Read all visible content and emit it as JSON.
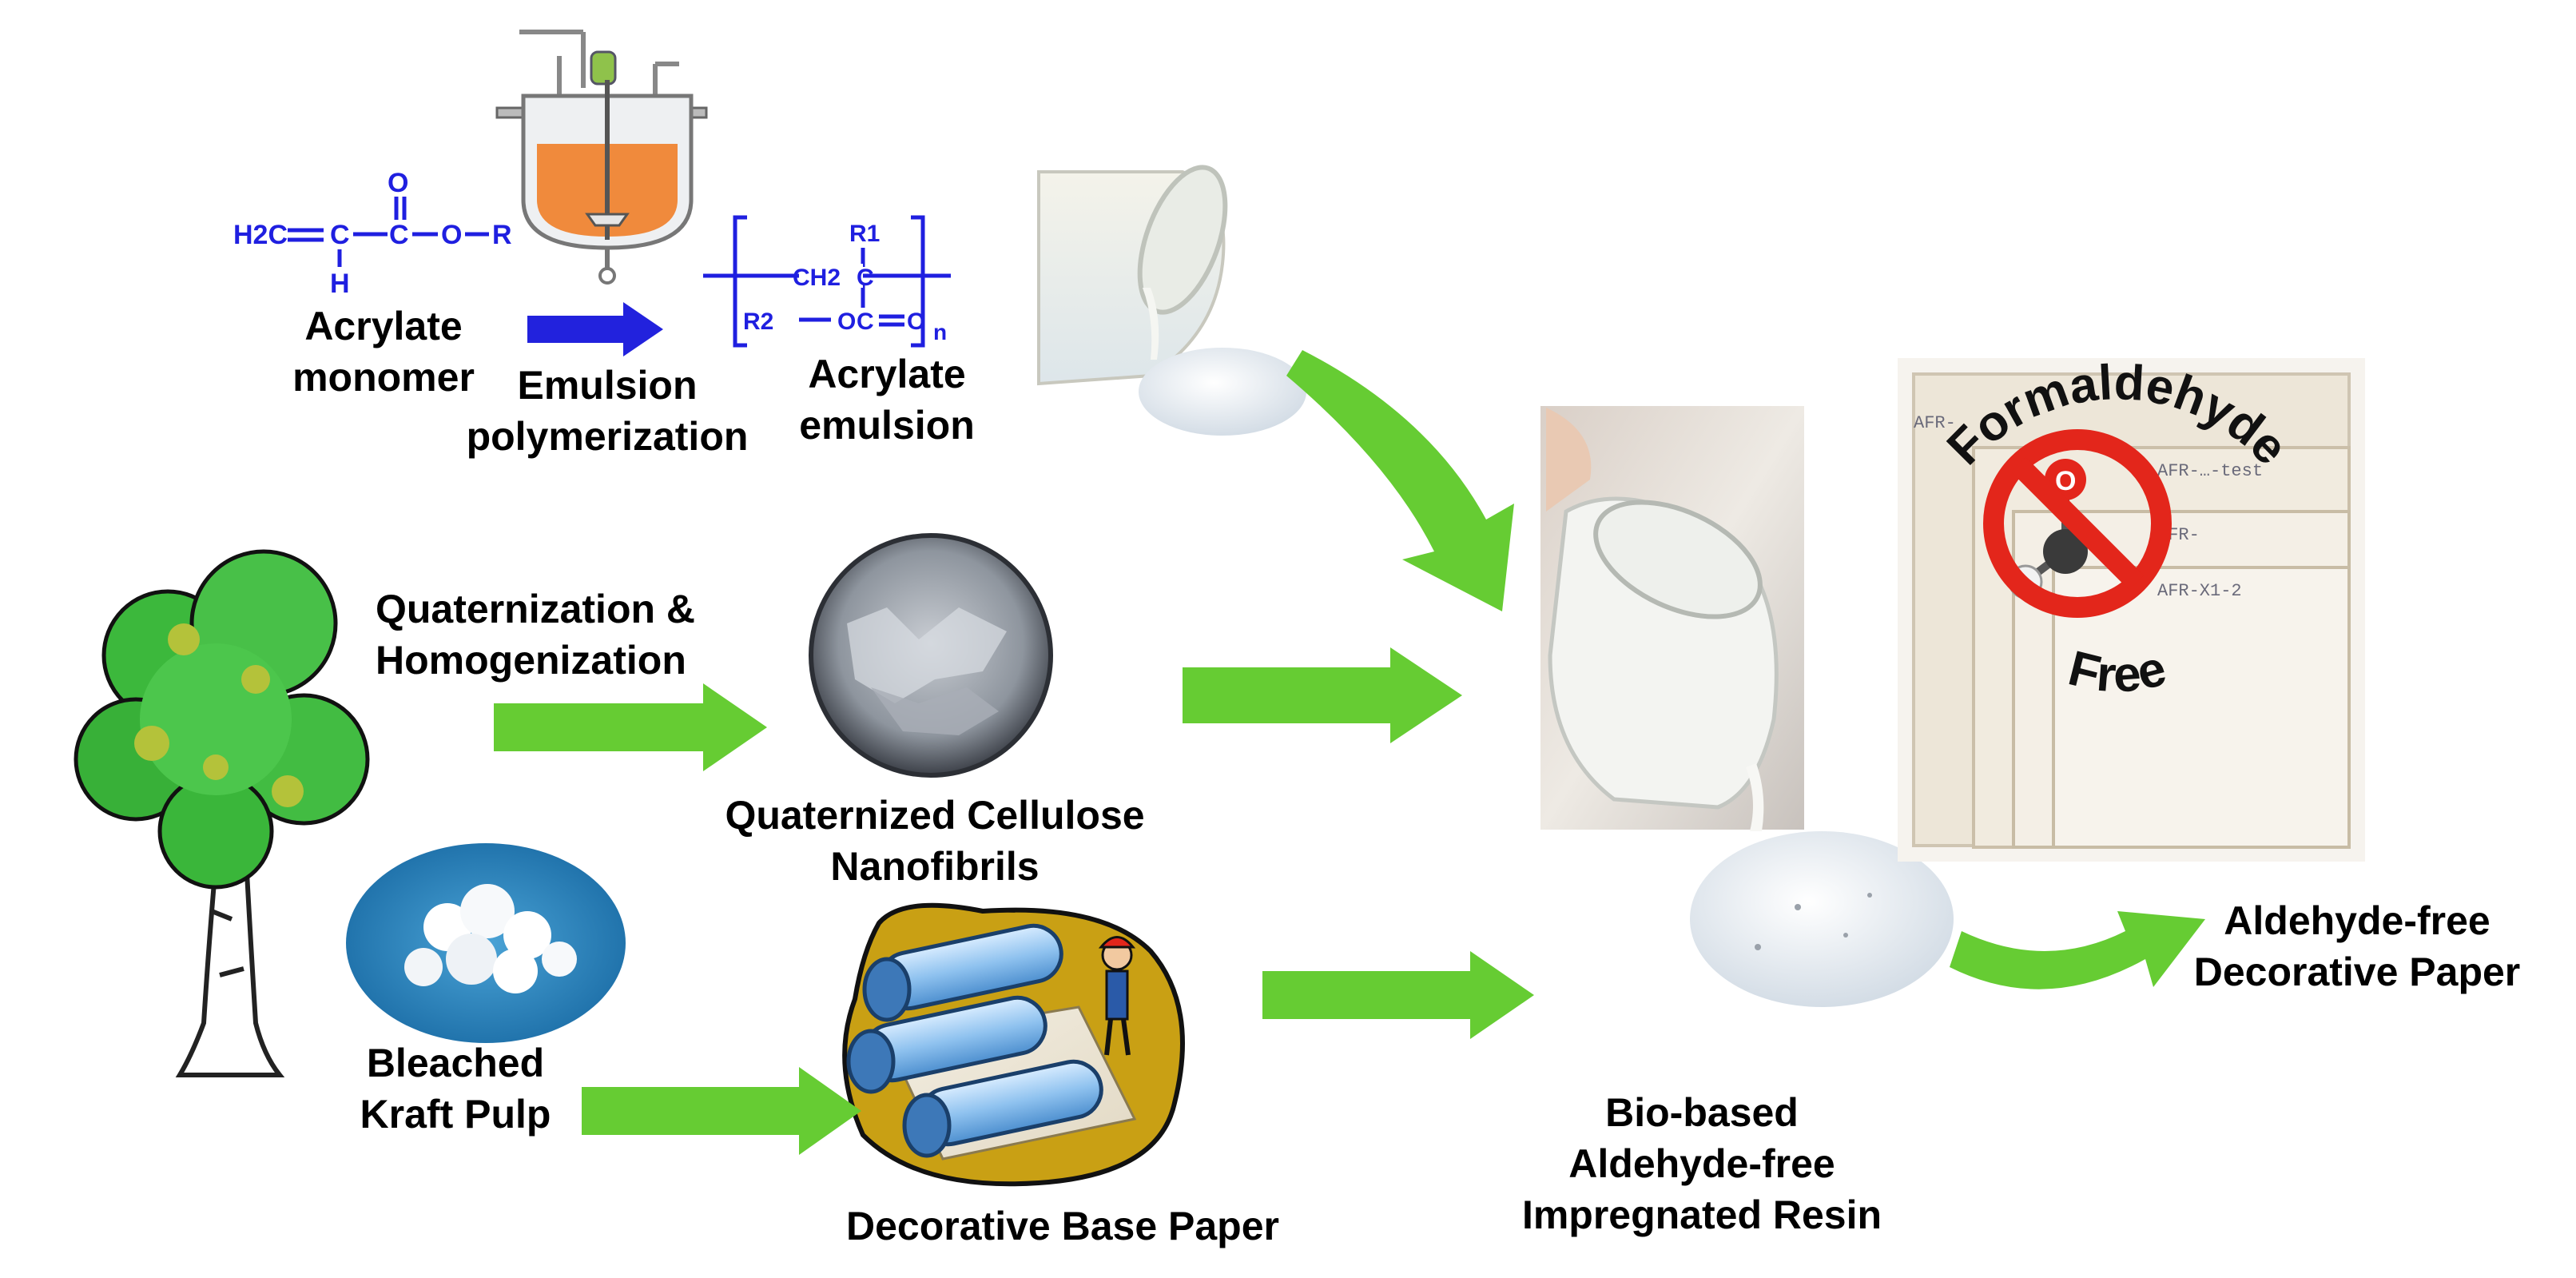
{
  "labels": {
    "acrylate_monomer": [
      "Acrylate",
      "monomer"
    ],
    "emulsion_polymerization": [
      "Emulsion",
      "polymerization"
    ],
    "acrylate_emulsion": [
      "Acrylate",
      "emulsion"
    ],
    "quaternization": [
      "Quaternization &",
      "Homogenization"
    ],
    "qcnf": [
      "Quaternized Cellulose",
      "Nanofibrils"
    ],
    "pulp": [
      "Bleached",
      "Kraft Pulp"
    ],
    "base_paper": "Decorative Base Paper",
    "resin": [
      "Bio-based",
      "Aldehyde-free",
      "Impregnated Resin"
    ],
    "product": [
      "Aldehyde-free",
      "Decorative Paper"
    ]
  },
  "monomer_formula": {
    "h2c": "H2C",
    "h": "H",
    "o_top": "O",
    "c": "C",
    "o_r": "O",
    "r": "R"
  },
  "polymer_formula": {
    "r1": "R1",
    "ch2": "CH2",
    "c1": "C",
    "r2": "R2",
    "o1": "O",
    "c2": "C",
    "o2": "O",
    "n": "n"
  },
  "stamp": {
    "top_text": "Formaldehyde",
    "bottom_text": "Free",
    "atom_o": "O"
  },
  "sample_notes": [
    "AFR-",
    "AFR-…-test",
    "AFR-",
    "AFR-X1-2"
  ],
  "colors": {
    "arrow_green": "#66cc33",
    "arrow_blue": "#2222dd",
    "chem_blue": "#1f1fe0",
    "reactor_orange": "#f08a3c",
    "prohibit_red": "#e3261b"
  }
}
